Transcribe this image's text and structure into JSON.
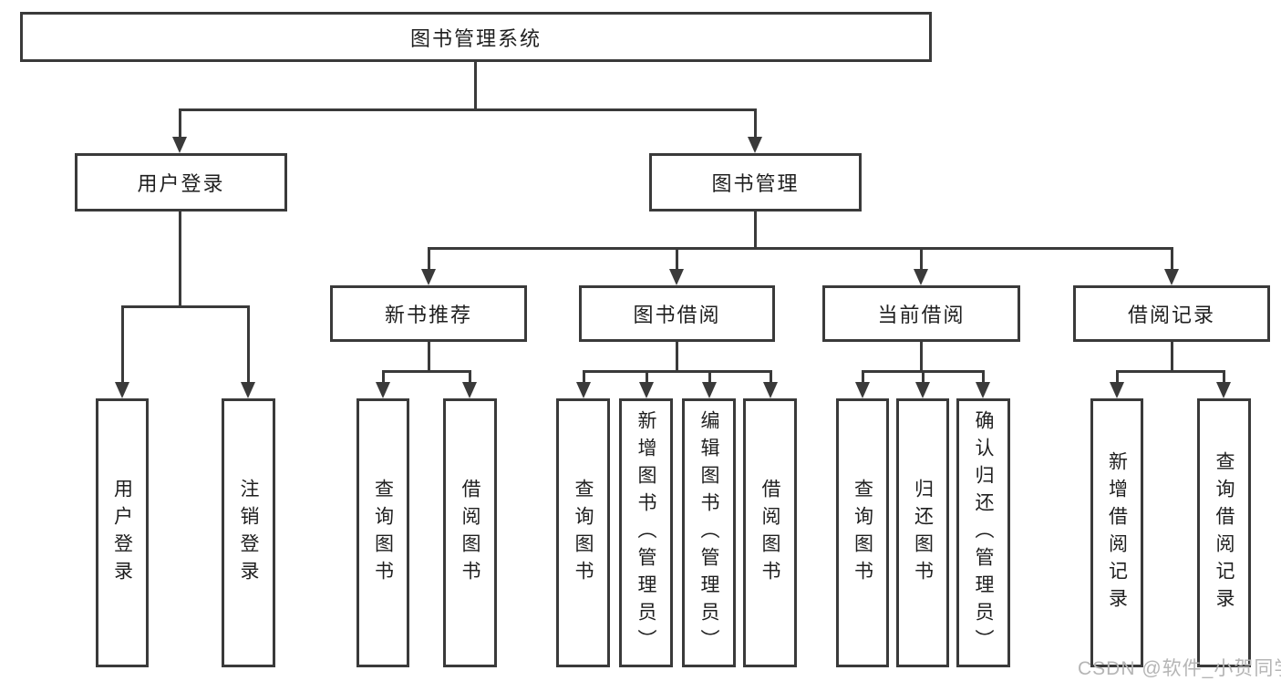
{
  "diagram": {
    "root": {
      "label": "图书管理系统"
    },
    "branches": [
      {
        "label": "用户登录",
        "children": [
          {
            "label": "用户登录"
          },
          {
            "label": "注销登录"
          }
        ]
      },
      {
        "label": "图书管理",
        "children": [
          {
            "label": "新书推荐",
            "children": [
              {
                "label": "查询图书"
              },
              {
                "label": "借阅图书"
              }
            ]
          },
          {
            "label": "图书借阅",
            "children": [
              {
                "label": "查询图书"
              },
              {
                "label": "新增图书（管理员）"
              },
              {
                "label": "编辑图书（管理员）"
              },
              {
                "label": "借阅图书"
              }
            ]
          },
          {
            "label": "当前借阅",
            "children": [
              {
                "label": "查询图书"
              },
              {
                "label": "归还图书"
              },
              {
                "label": "确认归还（管理员）"
              }
            ]
          },
          {
            "label": "借阅记录",
            "children": [
              {
                "label": "新增借阅记录"
              },
              {
                "label": "查询借阅记录"
              }
            ]
          }
        ]
      }
    ],
    "colors": {
      "line": "#3a3a3a",
      "text": "#1f1f1f",
      "background": "#ffffff",
      "watermark": "#b5b5b5"
    }
  },
  "watermark": {
    "text": "CSDN @软件_小贺同学"
  }
}
